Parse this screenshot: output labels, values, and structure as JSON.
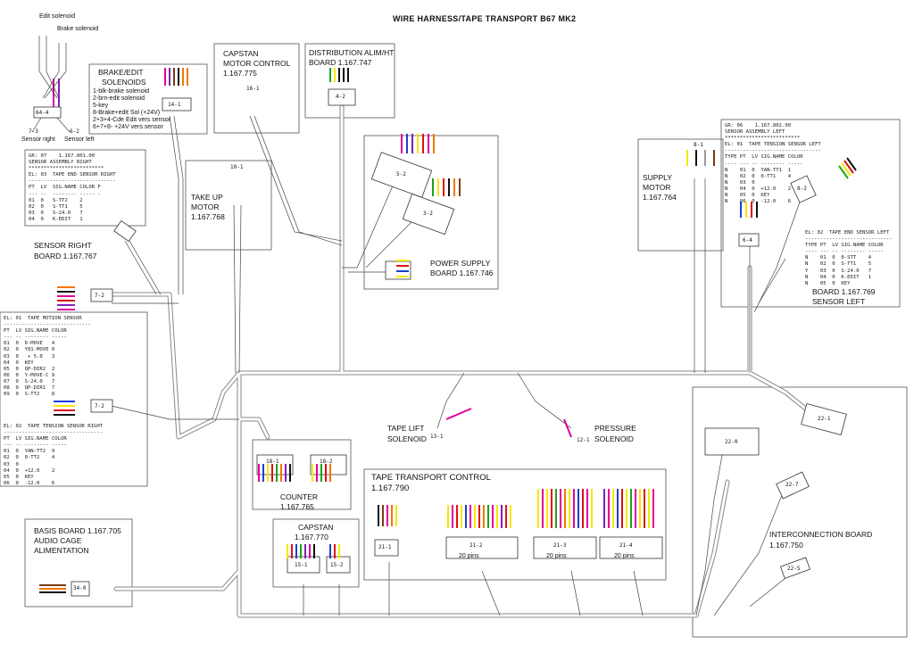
{
  "title": "WIRE HARNESS/TAPE TRANSPORT   B67 MK2",
  "labels": {
    "edit_solenoid": "Edit solenoid",
    "brake_solenoid": "Brake solenoid",
    "sensor_right_small": "Sensor right",
    "sensor_left_small": "Sensor left",
    "brake_edit_title1": "BRAKE/EDIT",
    "brake_edit_title2": "SOLENOIDS",
    "brake_edit_lines": [
      "1-blk-brake solenoid",
      "2-brn-edit solenoid",
      "5-key",
      "8-Brake+edit Sol (+24V)",
      "2+3+4-Cde Edit vers sensor",
      "6+7+8- +24V vers sensor"
    ],
    "capstan_motor_control": [
      "CAPSTAN",
      "MOTOR CONTROL",
      "1.167.775"
    ],
    "distribution": [
      "DISTRIBUTION ALIM/HT",
      "BOARD 1.167.747"
    ],
    "take_up_motor": [
      "TAKE UP",
      "MOTOR",
      "1.167.768"
    ],
    "sensor_right_board": [
      "SENSOR RIGHT",
      "BOARD 1.167.767"
    ],
    "power_supply": [
      "POWER SUPPLY",
      "BOARD 1.167.746"
    ],
    "supply_motor": [
      "SUPPLY",
      "MOTOR",
      "1.167.764"
    ],
    "board_sensor_left": [
      "BOARD 1.167.769",
      "SENSOR LEFT"
    ],
    "tape_lift": [
      "TAPE LIFT",
      "SOLENOID"
    ],
    "pressure": [
      "PRESSURE",
      "SOLENOID"
    ],
    "counter": [
      "COUNTER",
      "1.167.765"
    ],
    "capstan": [
      "CAPSTAN",
      "1.167.770"
    ],
    "tape_transport_control": [
      "TAPE TRANSPORT CONTROL",
      "1.167.790"
    ],
    "interconnection": [
      "INTERCONNECTION BOARD",
      "1.167.750"
    ],
    "basis_board": [
      "BASIS BOARD 1.167.705",
      "AUDIO CAGE",
      "ALIMENTATION"
    ],
    "pins20": "20 pins"
  },
  "connectors": {
    "c64": "64-4",
    "c73": "7-3",
    "c62": "6-2",
    "c141": "14-1",
    "c161": "16-1",
    "c42": "4-2",
    "c52": "5-2",
    "c32": "3-2",
    "c101": "10-1",
    "c72a": "7-2",
    "c72b": "7-2",
    "c82": "8-2",
    "c81": "8-1",
    "c64b": "6-4",
    "c131": "13-1",
    "c121": "12-1",
    "c181": "18-1",
    "c182": "18-2",
    "c151": "15-1",
    "c152": "15-2",
    "c211": "21-1",
    "c212": "21-2",
    "c213": "21-3",
    "c214": "21-4",
    "c221": "22-1",
    "c220": "22-0",
    "c227": "22-7",
    "c225": "22-5",
    "c340": "34-0"
  },
  "tables": {
    "sensor_assy_right": "GR: 07    1.167.801.00\nSENSOR ASSEMBLY RIGHT\n*************************\nEL: 03  TAPE END SENSOR RIGHT\n-----------------------------\nPT  LV  SIG.NAME COLOR F\n--- --  -------- ----- -\n01  0   S-TT2    2\n02  0   S-TT1    5\n03  0   S-24.0   7\n04  0   K-EDIT   1",
    "tape_motion_sensor": "EL: 01  TAPE MOTION SENSOR\n-----------------------------\nPT  LV SIG.NAME COLOR\n--- -- -------- -----\n01  0  D-MOVE   4\n02  0  Y81-MOVE 0\n03  0   + 5.0   3\n04  0  KEY\n05  0  QP-DIR2  2\n06  0  Y-MOVE-C 9\n07  0  S-24.0   7\n08  0  QP-DIR1  7\n09  0  S-TT2    8",
    "tape_tension_right": "EL: 02  TAPE TENSION SENSOR RIGHT\n---------------------------------\nPT  LV SIG.NAME COLOR\n--- -- -------- -----\n01  0  YAN-TT2  9\n02  0  0-TT2    4\n03  0\n04  0  +12.0    2\n05  0  KEY\n06  0  -12.0    6",
    "sensor_assy_left": "GR: 06    1.167.802.00\nSENSOR ASSEMBLY LEFT\n*************************\nEL: 01  TAPE TENSION SENSOR LEFT\n--------------------------------\nTYPE PT  LV SIG.NAME COLOR\n---- --- -- -------- -----\nN    01  0  YAN-TT1  1\nN    02  0  0-TT1    4\nN    03  0\nN    04  0  +12.0    2\nN    05  0  KEY\nN    06  0  -12.0    6",
    "tape_end_left": "EL: 02  TAPE END SENSOR LEFT\n-----------------------------\nTYPE PT  LV SIG.NAME COLOR\n---- --- -- -------- -----\nN    01  0  0-STT    4\nN    02  0  S-TT1    5\nY    03  0  S-24.0   7\nN    04  0  K-EDIT   1\nN    05  0  KEY"
  },
  "colors": {
    "wire": "#444444",
    "harness": "#999999",
    "yellow": "#f5e800",
    "magenta": "#e0009a",
    "blue": "#1a3fd6",
    "red": "#e01010",
    "green": "#1aa31a",
    "orange": "#f07800",
    "brown": "#7a3d10",
    "purple": "#7b22b8",
    "black": "#111111",
    "white": "#ffffff",
    "grey": "#9a9a9a",
    "pink": "#ff66cc"
  }
}
